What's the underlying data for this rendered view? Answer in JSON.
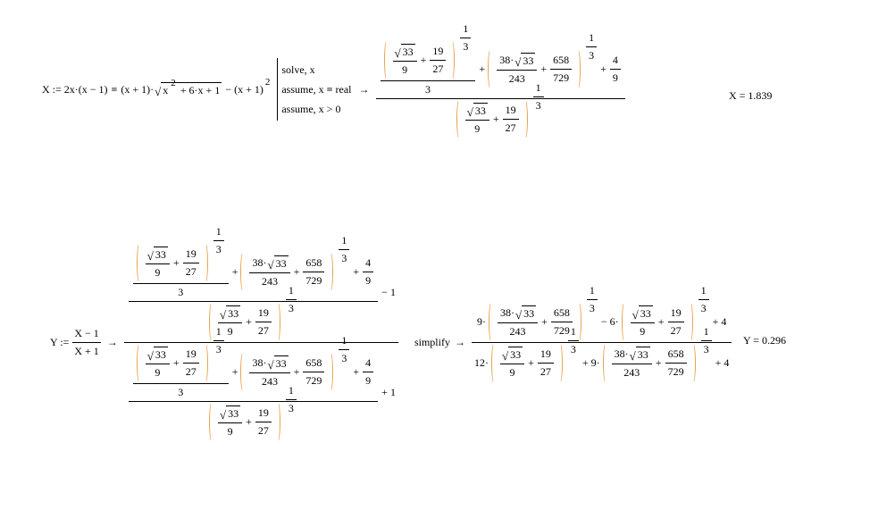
{
  "defs": {
    "A": {
      "pow": [
        {
          "paren": [
            {
              "frac": [
                {
                  "sqrt": "33"
                },
                "9"
              ]
            },
            "+",
            {
              "frac": [
                "19",
                "27"
              ]
            }
          ]
        },
        {
          "frac": [
            "1",
            "3"
          ]
        }
      ]
    },
    "B": {
      "pow": [
        {
          "paren": [
            {
              "frac": [
                [
                  "38·",
                  {
                    "sqrt": "33"
                  }
                ],
                "243"
              ]
            },
            "+",
            {
              "frac": [
                "658",
                "729"
              ]
            }
          ]
        },
        {
          "frac": [
            "1",
            "3"
          ]
        }
      ]
    },
    "XR": {
      "frac": [
        [
          {
            "frac": [
              {
                "ref": "A"
              },
              "3"
            ]
          },
          "+",
          {
            "ref": "B"
          },
          "+",
          {
            "frac": [
              "4",
              "9"
            ]
          }
        ],
        {
          "ref": "A"
        }
      ]
    }
  },
  "x_definition": {
    "lhs": "X := 2x·(x − 1)",
    "eq": "=",
    "rhs_1": "(x + 1)·",
    "radicand": [
      {
        "pow_small": [
          "x",
          "2"
        ]
      },
      " + 6·x + 1"
    ],
    "rhs_2": " − (x + 1)",
    "rhs_2_exp": "2",
    "keywords": [
      "solve, x",
      "assume, x",
      "real",
      "assume, x > 0"
    ],
    "keyword_eq": "=",
    "arrow": "→",
    "result": {
      "ref": "XR"
    }
  },
  "x_value": "X = 1.839",
  "y_definition": {
    "lhs": "Y :=",
    "lhs_frac": [
      "X − 1",
      "X + 1"
    ],
    "arrow": "→",
    "result": {
      "frac": [
        [
          {
            "ref": "XR"
          },
          "− 1"
        ],
        [
          {
            "ref": "XR"
          },
          "+ 1"
        ]
      ]
    },
    "keyword": "simplify",
    "simplified": {
      "frac": [
        [
          "9·",
          {
            "ref": "B"
          },
          "− 6·",
          {
            "ref": "A"
          },
          "+ 4"
        ],
        [
          "12·",
          {
            "ref": "A"
          },
          "+ 9·",
          {
            "ref": "B"
          },
          "+ 4"
        ]
      ]
    }
  },
  "y_value": "Y = 0.296",
  "colors": {
    "paren": "#e8a24a"
  }
}
